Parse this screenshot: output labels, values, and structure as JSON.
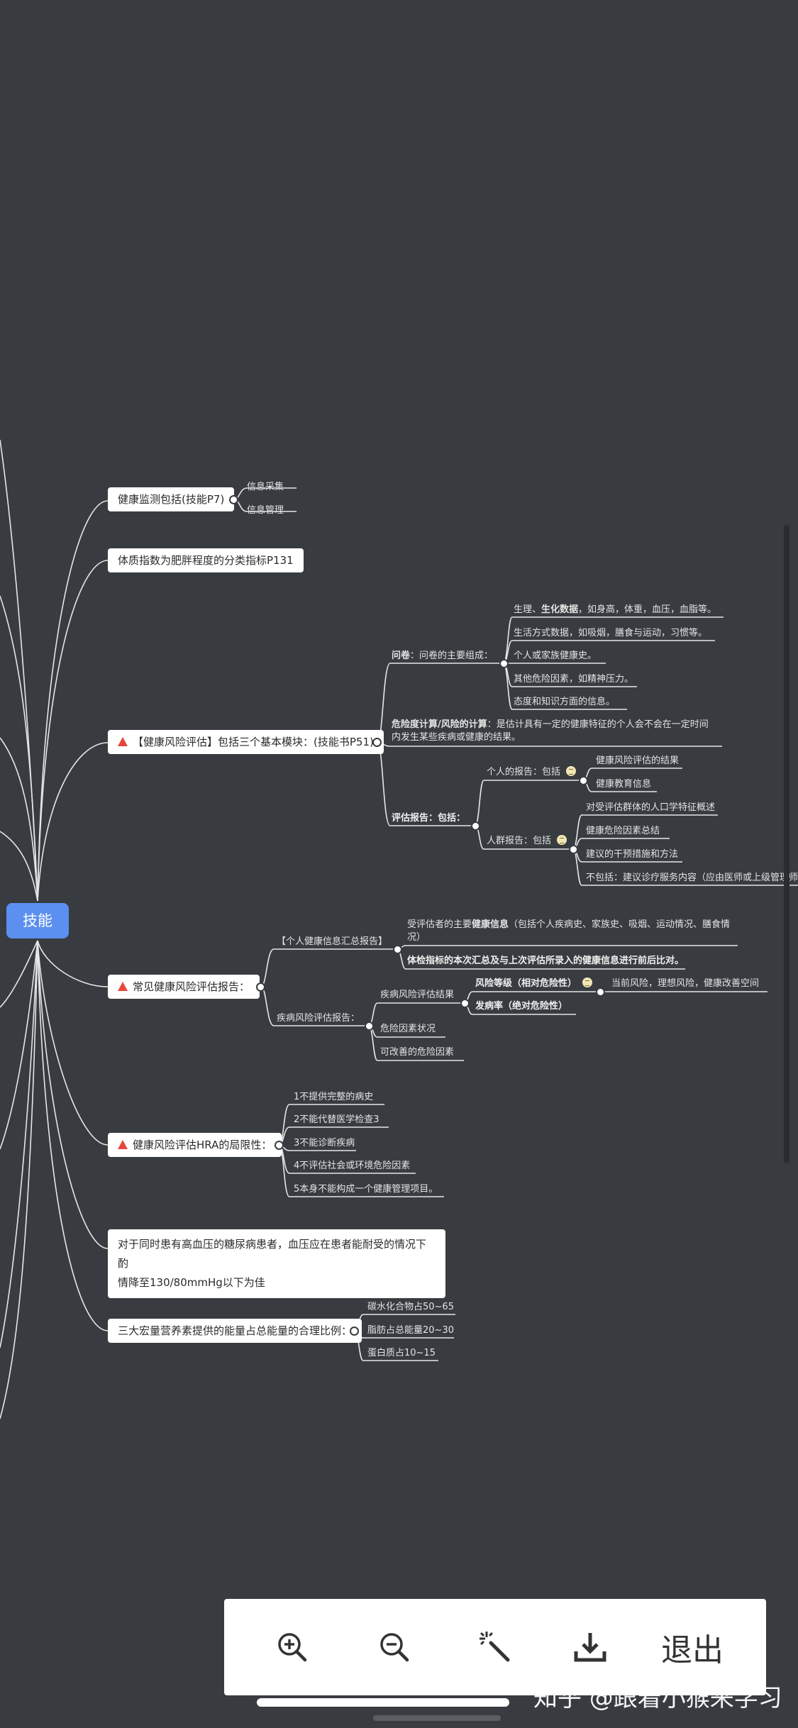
{
  "root": {
    "label": "技能"
  },
  "branches": {
    "monitor": {
      "label": "健康监测包括(技能P7)",
      "children": [
        "信息采集",
        "信息管理"
      ]
    },
    "bmi": {
      "label": "体质指数为肥胖程度的分类指标P131"
    },
    "hra": {
      "label": "【健康风险评估】包括三个基本模块：(技能书P51)",
      "questionnaire": {
        "label_bold": "问卷",
        "label_rest": "：问卷的主要组成：",
        "items": [
          {
            "pre": "生理、",
            "bold": "生化数据",
            "post": "，如身高，体重，血压，血脂等。"
          },
          {
            "pre": "生活方式数据，如吸烟，膳食与运动，习惯等。",
            "bold": "",
            "post": ""
          },
          {
            "pre": "个人或家族健康史。",
            "bold": "",
            "post": ""
          },
          {
            "pre": "其他危险因素，如精神压力。",
            "bold": "",
            "post": ""
          },
          {
            "pre": "态度和知识方面的信息。",
            "bold": "",
            "post": ""
          }
        ]
      },
      "calc": {
        "bold": "危险度计算/风险的计算",
        "line1": "：是估计具有一定的健康特征的个人会不会在一定时间",
        "line2": "内发生某些疾病或健康的结果。"
      },
      "report": {
        "label": "评估报告：包括：",
        "personal": {
          "label": "个人的报告：包括",
          "items": [
            "健康风险评估的结果",
            "健康教育信息"
          ]
        },
        "group": {
          "label": "人群报告：包括",
          "items": [
            "对受评估群体的人口学特征概述",
            "健康危险因素总结",
            "建议的干预措施和方法",
            "不包括：建议诊疗服务内容（应由医师或上级管理师"
          ]
        }
      }
    },
    "common": {
      "label": "常见健康风险评估报告：",
      "summary": {
        "label": "【个人健康信息汇总报告】",
        "item1_line1_pre": "受评估者的主要",
        "item1_line1_bold": "健康信息",
        "item1_line1_post": "（包括个人疾病史、家族史、吸烟、运动情况、膳食情",
        "item1_line2": "况）",
        "item2": "体检指标的本次汇总及与上次评估所录入的健康信息进行前后比对。"
      },
      "disease": {
        "label": "疾病风险评估报告：",
        "result": {
          "label": "疾病风险评估结果",
          "level": "风险等级（相对危险性）",
          "incidence": "发病率（绝对危险性）",
          "level_detail": "当前风险，理想风险，健康改善空间"
        },
        "factors": "危险因素状况",
        "modifiable": "可改善的危险因素"
      }
    },
    "limits": {
      "label": "健康风险评估HRA的局限性：",
      "items": [
        "1不提供完整的病史",
        "2不能代替医学检查3",
        "3不能诊断疾病",
        "4不评估社会或环境危险因素",
        "5本身不能构成一个健康管理项目。"
      ]
    },
    "bp": {
      "line1": "对于同时患有高血压的糖尿病患者，血压应在患者能耐受的情况下酌",
      "line2": "情降至130/80mmHg以下为佳"
    },
    "macro": {
      "label": "三大宏量营养素提供的能量占总能量的合理比例：",
      "items": [
        "碳水化合物占50~65",
        "脂肪占总能量20~30",
        "蛋白质占10~15"
      ]
    }
  },
  "toolbar": {
    "zoom_in": "zoom-in-icon",
    "zoom_out": "zoom-out-icon",
    "magic": "magic-wand-icon",
    "download": "download-icon",
    "exit_label": "退出"
  },
  "watermark": "知乎 @跟着小猴来学习",
  "colors": {
    "background": "#383b40",
    "root": "#5b8ff0",
    "node": "#ffffff",
    "warn": "#e5483b",
    "line": "#e8e8e8"
  }
}
